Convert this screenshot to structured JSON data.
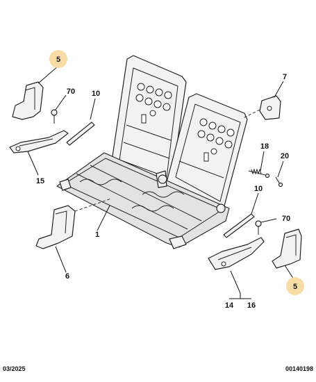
{
  "callouts": {
    "c5a": "5",
    "c70a": "70",
    "c10a": "10",
    "c7": "7",
    "c15": "15",
    "c18": "18",
    "c20": "20",
    "c10b": "10",
    "c70b": "70",
    "c1": "1",
    "c6": "6",
    "c5b": "5",
    "c14": "14",
    "c16": "16"
  },
  "footer": {
    "date": "03/2025",
    "reference": "00140198"
  },
  "colors": {
    "highlight_fill": "#f7dca6",
    "line": "#222222"
  }
}
